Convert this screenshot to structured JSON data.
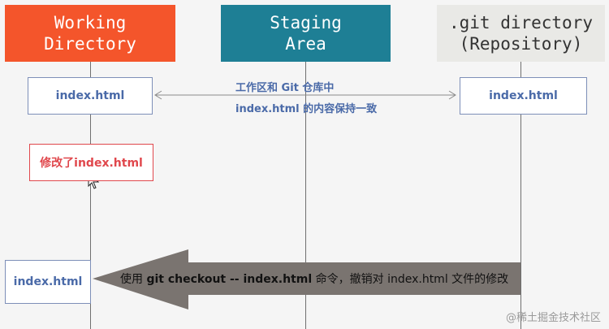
{
  "headers": {
    "working": "Working\nDirectory",
    "staging": "Staging\nArea",
    "repo": ".git directory\n(Repository)"
  },
  "working_box": "index.html",
  "repo_box": "index.html",
  "modified_box": "修改了index.html",
  "restored_box": "index.html",
  "note": {
    "line1": "工作区和 Git 仓库中",
    "line2": "index.html 的内容保持一致"
  },
  "arrow": {
    "text_pre": "使用 ",
    "command": "git checkout -- index.html",
    "text_post": " 命令，撤销对 index.html 文件的修改"
  },
  "watermark": "@稀土掘金技术社区",
  "colors": {
    "working_header": "#f4552b",
    "staging_header": "#1e7f95",
    "repo_header": "#e9e9e6",
    "arrow_fill": "#7a7470",
    "modified_border": "#e0474c"
  }
}
